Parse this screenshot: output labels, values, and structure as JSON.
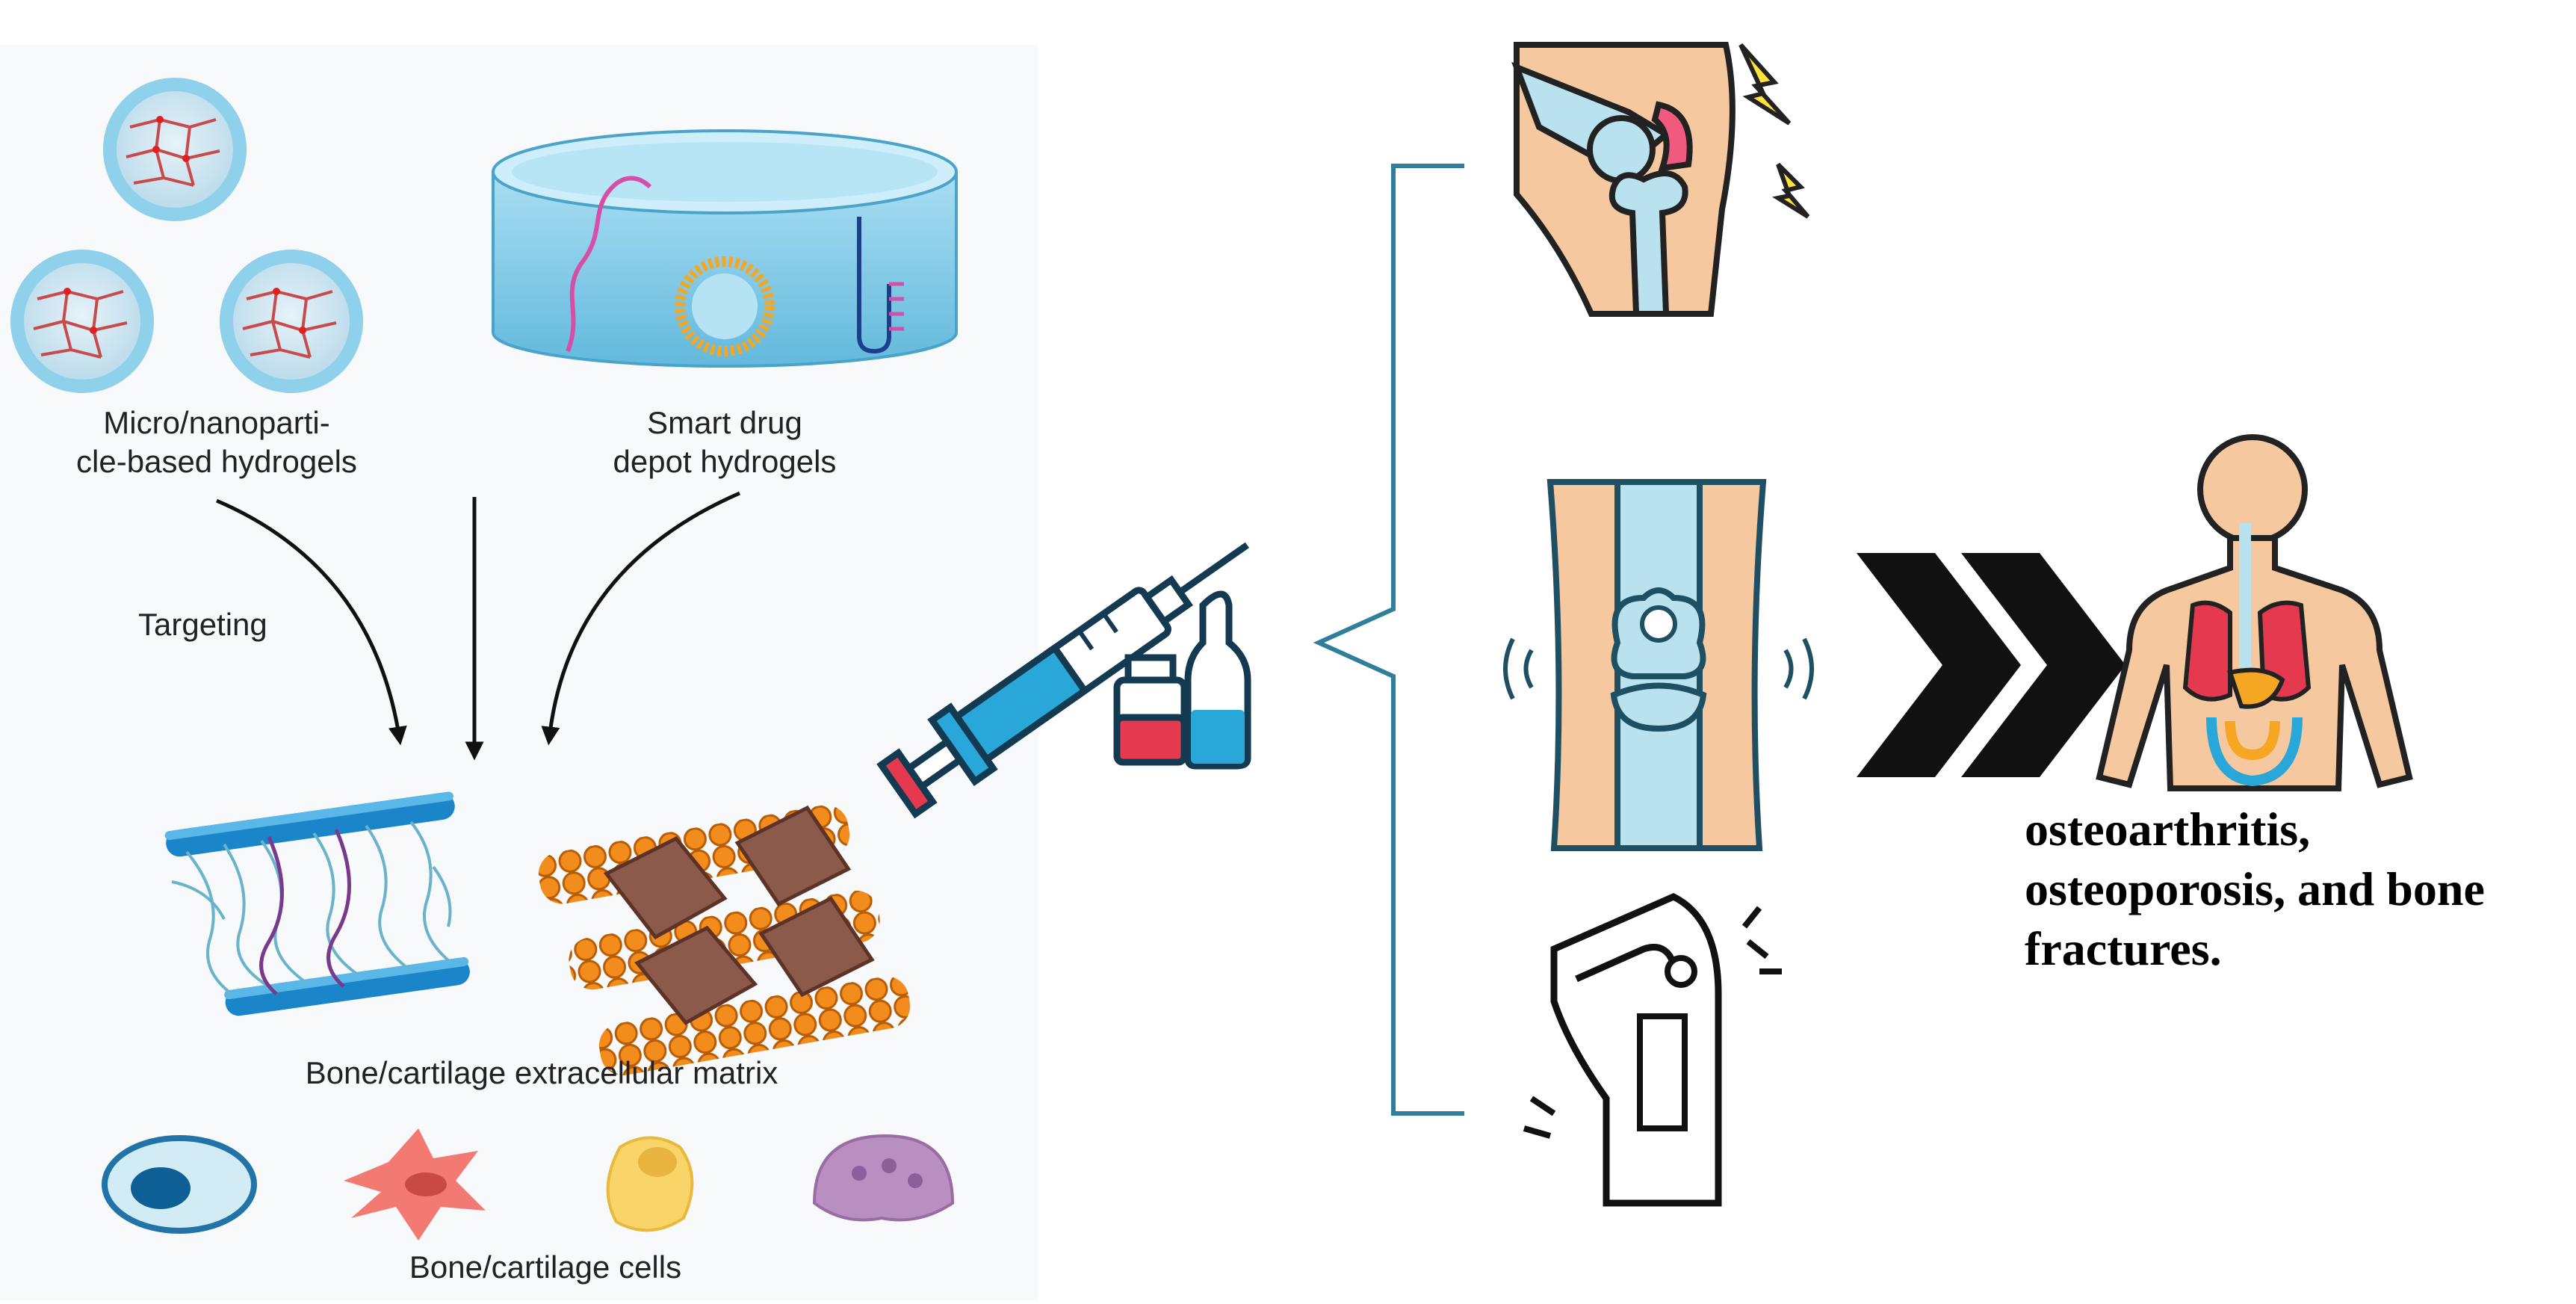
{
  "labels": {
    "micro_line1": "Micro/nanoparti-",
    "micro_line2": "cle-based hydrogels",
    "smart_line1": "Smart drug",
    "smart_line2": "depot hydrogels",
    "targeting": "Targeting",
    "ecm": "Bone/cartilage extracellular matrix",
    "cells": "Bone/cartilage cells"
  },
  "diseases": {
    "line1": "osteoarthritis,",
    "line2": "osteoporosis, and bone",
    "line3": "fractures."
  },
  "colors": {
    "bracket": "#2f7f9a",
    "skin": "#f6c8a0",
    "bone": "#b9e2ee",
    "hydrogel_blue": "#8fd0ea",
    "matrix_orange": "#f28c1c",
    "inflamed": "#f05a7e"
  },
  "icons": [
    "micro-particle-icon",
    "hydrogel-depot-icon",
    "collagen-fiber-icon",
    "mineral-matrix-icon",
    "osteoblast-icon",
    "fibroblast-icon",
    "chondrocyte-icon",
    "osteoclast-icon",
    "syringe-icon",
    "vial-icon",
    "ampoule-icon",
    "knee-pain-icon",
    "knee-xray-icon",
    "fractured-knee-icon",
    "double-chevron-icon",
    "human-organs-icon"
  ]
}
